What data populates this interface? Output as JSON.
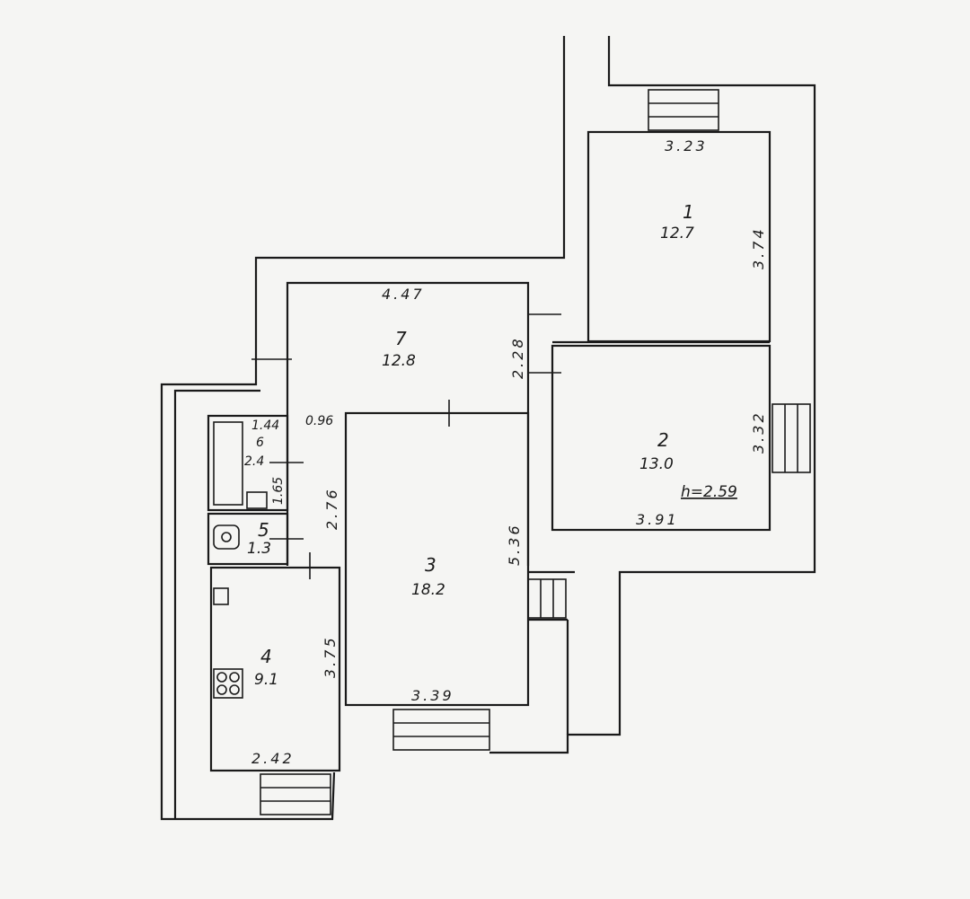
{
  "plan": {
    "ceiling_height": "h=2.59",
    "rooms": [
      {
        "number": "1",
        "area": "12.7",
        "width": "3.23",
        "length": "3.74"
      },
      {
        "number": "2",
        "area": "13.0",
        "width": "3.91",
        "length": "3.32"
      },
      {
        "number": "3",
        "area": "18.2",
        "width": "3.39",
        "length": "5.36"
      },
      {
        "number": "4",
        "area": "9.1",
        "width": "2.42",
        "length": "3.75"
      },
      {
        "number": "5",
        "area": "1.3"
      },
      {
        "number": "6",
        "area": "2.4",
        "width": "1.44",
        "length": "1.65"
      },
      {
        "number": "7",
        "area": "12.8",
        "width": "4.47",
        "length": "2.28"
      }
    ],
    "corridor": {
      "width": "0.96",
      "length": "2.76"
    }
  }
}
